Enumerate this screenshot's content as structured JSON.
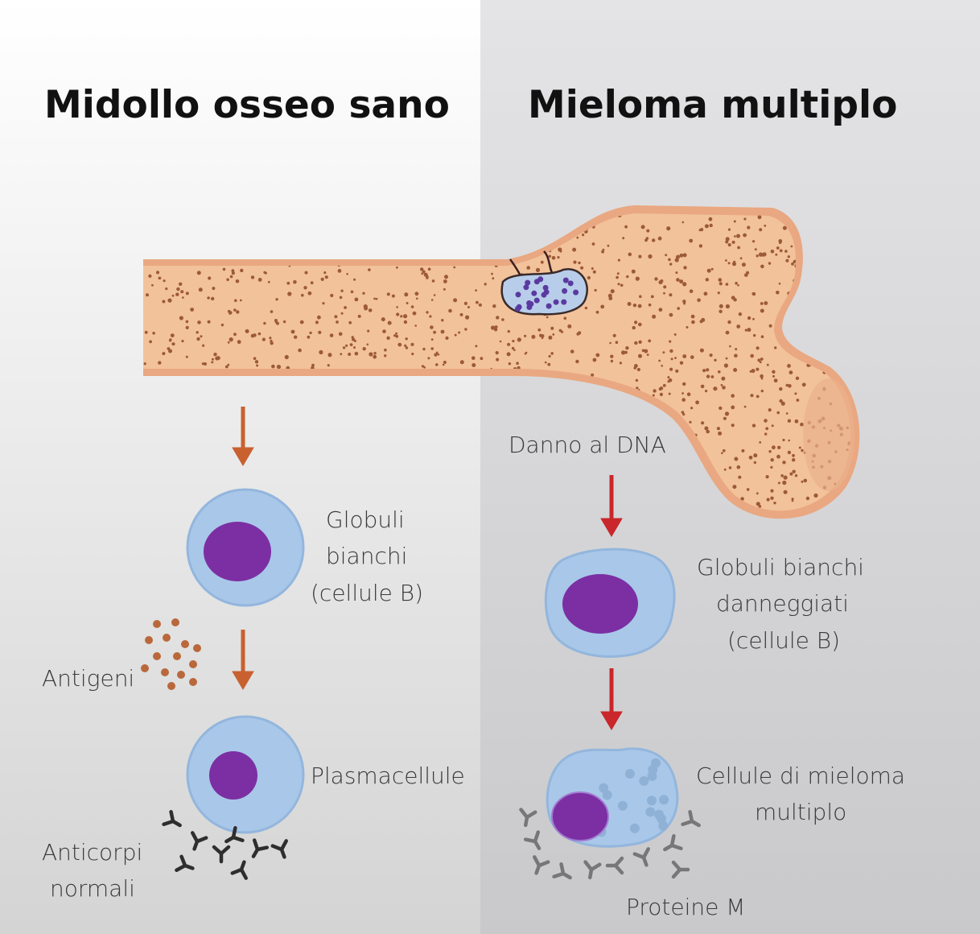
{
  "left": {
    "title": "Midollo osseo sano",
    "cell1_label": [
      "Globuli",
      "bianchi",
      "(cellule B)"
    ],
    "antigens_label": "Antigeni",
    "cell2_label": "Plasmacellule",
    "antibodies_label": [
      "Anticorpi",
      "normali"
    ]
  },
  "right": {
    "title": "Mieloma multiplo",
    "dna_label": "Danno al DNA",
    "cell1_label": [
      "Globuli bianchi",
      "danneggiati",
      "(cellule B)"
    ],
    "cell2_label": [
      "Cellule di mieloma",
      "multiplo"
    ],
    "proteins_label": "Proteine M"
  },
  "colors": {
    "bone": "#f2c29a",
    "bone_edge": "#e8a67f",
    "marrow_dots": "#9c5a36",
    "cell": "#a9c7e8",
    "nucleus": "#7b2fa3",
    "arrow_left": "#c8612f",
    "arrow_right": "#c9272b"
  }
}
